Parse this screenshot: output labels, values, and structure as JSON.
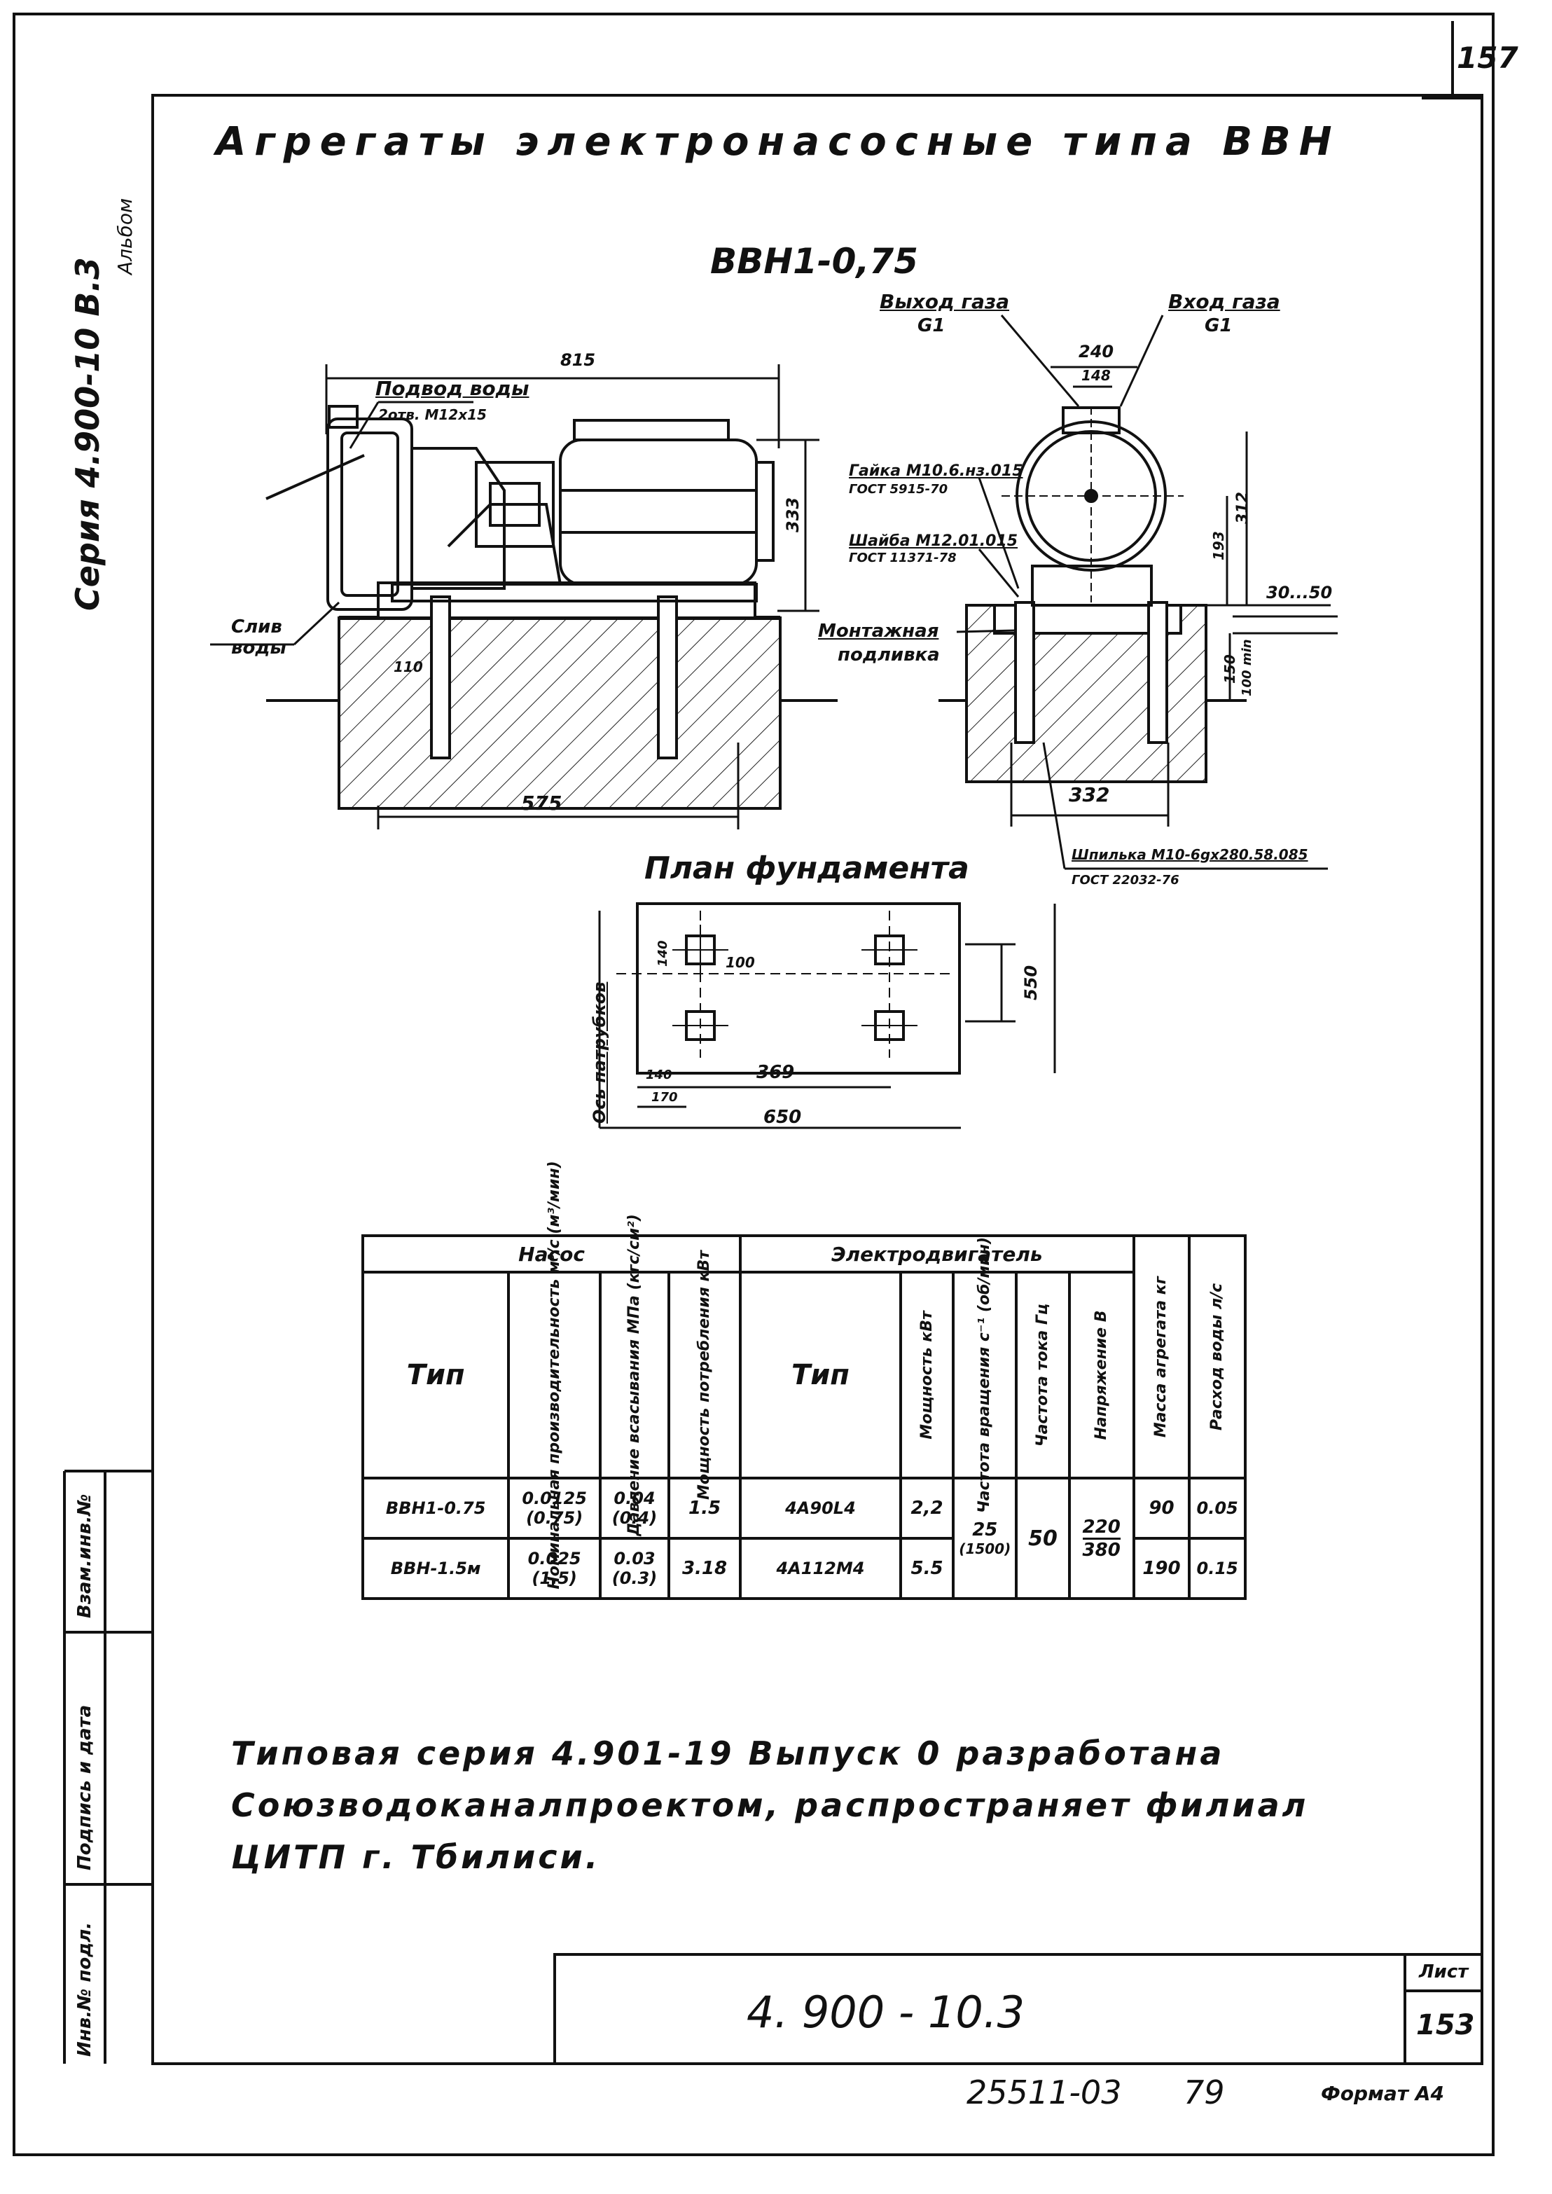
{
  "page_number": "157",
  "side_series": "Серия 4.900-10 В.3",
  "side_album": "Альбом",
  "title": "Агрегаты электронасосные типа ВВН",
  "model": "ВВН1-0,75",
  "plan_title": "План фундамента",
  "annotations": {
    "outlet_gas": "Выход газа",
    "outlet_gas_size": "G1",
    "inlet_gas": "Вход газа",
    "inlet_gas_size": "G1",
    "water_in": "Подвод воды",
    "water_in_spec": "2отв. М12х15",
    "water_out_1": "Слив",
    "water_out_2": "воды",
    "nut": "Гайка М10.6.нз.015",
    "nut_gost": "ГОСТ 5915-70",
    "washer": "Шайба М12.01.015",
    "washer_gost": "ГОСТ 11371-78",
    "mount_1": "Монтажная",
    "mount_2": "подливка",
    "stud": "Шпилька М10-6gх280.58.085",
    "stud_gost": "ГОСТ 22032-76",
    "axis": "Ось патрубков"
  },
  "dimensions": {
    "d815": "815",
    "d333": "333",
    "d110": "110",
    "d575": "575",
    "d240": "240",
    "d148": "148",
    "d312": "312",
    "d193": "193",
    "d30_50": "30...50",
    "d150": "150",
    "d100min": "100 min",
    "d332": "332",
    "p140a": "140",
    "p100": "100",
    "p550v": "550",
    "p140b": "140",
    "p369": "369",
    "p170": "170",
    "p650": "650"
  },
  "table": {
    "group_pump": "Насос",
    "group_motor": "Электродвигатель",
    "col_pump_type": "Тип",
    "col_capacity": "Номинальная производительность м³/с (м³/мин)",
    "col_vacuum": "Давление всасывания МПа (кгс/см²)",
    "col_power": "Мощность потребления кВт",
    "col_motor_type": "Тип",
    "col_motor_power": "Мощность кВт",
    "col_rpm": "Частота вращения с⁻¹ (об/мин)",
    "col_freq": "Частота тока Гц",
    "col_voltage": "Напряжение В",
    "col_mass": "Масса агрегата кг",
    "col_water": "Расход воды л/с",
    "rows": [
      {
        "type": "ВВН1-0.75",
        "cap": "0.0125",
        "cap2": "(0.75)",
        "vac": "0.04",
        "vac2": "(0.4)",
        "power": "1.5",
        "motor": "4А90L4",
        "mpower": "2,2",
        "mass": "90",
        "water": "0.05"
      },
      {
        "type": "ВВН-1.5м",
        "cap": "0.025",
        "cap2": "(1.5)",
        "vac": "0.03",
        "vac2": "(0.3)",
        "power": "3.18",
        "motor": "4А112М4",
        "mpower": "5.5",
        "mass": "190",
        "water": "0.15"
      }
    ],
    "rpm": "25",
    "rpm2": "(1500)",
    "freq": "50",
    "voltage_a": "220",
    "voltage_b": "380"
  },
  "note_1": "Типовая серия 4.901-19 Выпуск 0 разработана",
  "note_2": "Союзводоканалпроектом, распространяет филиал",
  "note_3": "ЦИТП г. Тбилиси.",
  "stamp": {
    "code": "4. 900 - 10.3",
    "sheet_label": "Лист",
    "sheet": "153",
    "inv_podl": "Инв.№ подл.",
    "podpis": "Подпись и дата",
    "vzam": "Взам.инв.№"
  },
  "footer_num": "25511-03",
  "footer_79": "79",
  "footer_format": "Формат А4"
}
